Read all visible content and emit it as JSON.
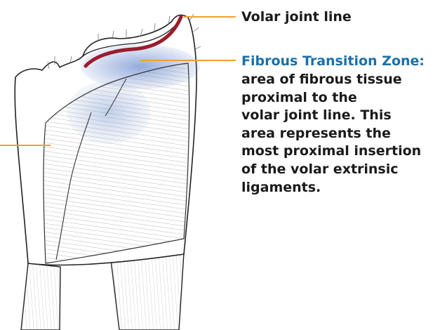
{
  "labels": {
    "volar_joint_line": "Volar joint line",
    "transition_zone_title": "Fibrous Transition Zone:",
    "transition_zone_body": "area of fibrous tissue\nproximal to the\nvolar joint line. This\narea represents the\nmost proximal insertion\nof the volar extrinsic\nligaments."
  },
  "colors": {
    "zone_title": "#1b6fa8",
    "leader_line": "#f0a030",
    "joint_line": "#9b1c2c",
    "transition_zone": "#6f8fd0",
    "outline": "#222222"
  }
}
